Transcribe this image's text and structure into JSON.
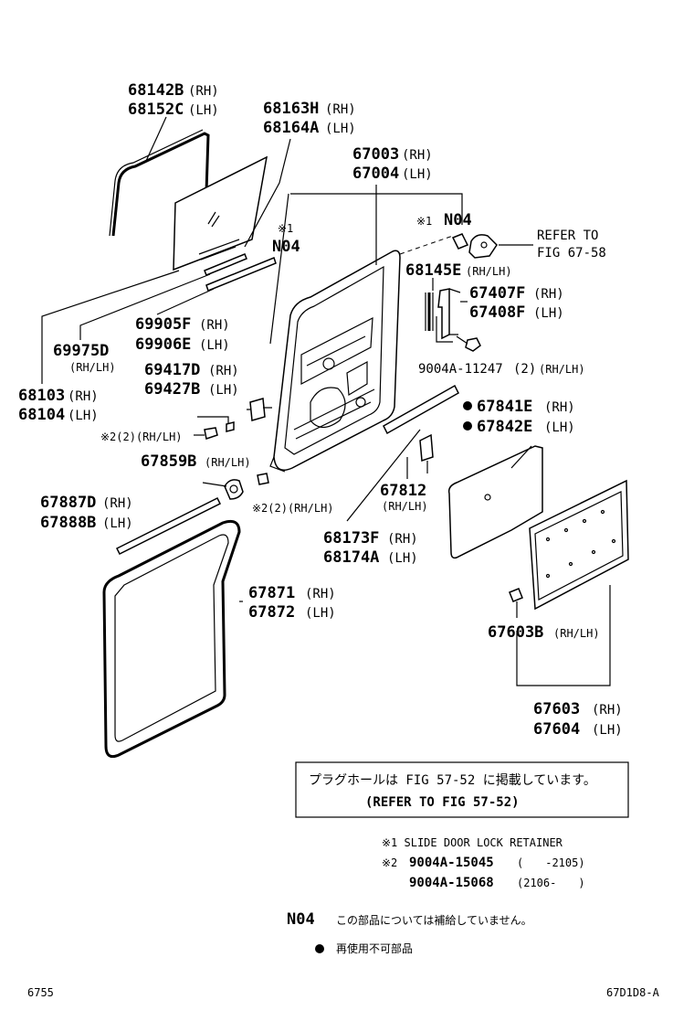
{
  "parts": {
    "p68142B": "68142B",
    "rh1": "(RH)",
    "p68152C": "68152C",
    "lh1": "(LH)",
    "p68163H": "68163H",
    "rh2": "(RH)",
    "p68164A": "68164A",
    "lh2": "(LH)",
    "p67003": "67003",
    "rh3": "(RH)",
    "p67004": "67004",
    "lh3": "(LH)",
    "mark1_a": "※1",
    "n04_a": "N04",
    "mark1_b": "※1",
    "n04_b": "N04",
    "refer1": "REFER TO",
    "refer2": "FIG 67-58",
    "p68145E": "68145E",
    "rhlh_68145E": "(RH/LH)",
    "p67407F": "67407F",
    "rh4": "(RH)",
    "p67408F": "67408F",
    "lh4": "(LH)",
    "p9004A11247": "9004A-11247",
    "qty_11247": "(2)",
    "rhlh_11247": "(RH/LH)",
    "p69905F": "69905F",
    "rh5": "(RH)",
    "p69906E": "69906E",
    "lh5": "(LH)",
    "p69975D": "69975D",
    "rhlh_69975D": "(RH/LH)",
    "p69417D": "69417D",
    "rh6": "(RH)",
    "p69427B": "69427B",
    "lh6": "(LH)",
    "p68103": "68103",
    "rh7": "(RH)",
    "p68104": "68104",
    "lh7": "(LH)",
    "mark2_a": "※2(2)(RH/LH)",
    "p67841E": "67841E",
    "rh8": "(RH)",
    "p67842E": "67842E",
    "lh8": "(LH)",
    "p67859B": "67859B",
    "rhlh_67859B": "(RH/LH)",
    "mark2_b": "※2(2)(RH/LH)",
    "p67812": "67812",
    "rhlh_67812": "(RH/LH)",
    "p67887D": "67887D",
    "rh9": "(RH)",
    "p67888B": "67888B",
    "lh9": "(LH)",
    "p68173F": "68173F",
    "rh10": "(RH)",
    "p68174A": "68174A",
    "lh10": "(LH)",
    "p67871": "67871",
    "rh11": "(RH)",
    "p67872": "67872",
    "lh11": "(LH)",
    "p67603B": "67603B",
    "rhlh_67603B": "(RH/LH)",
    "p67603": "67603",
    "rh12": "(RH)",
    "p67604": "67604",
    "lh12": "(LH)"
  },
  "notes": {
    "box_line1": "プラグホールは FIG 57-52 に掲載しています。",
    "box_line2": "(REFER TO FIG 57-52)",
    "note1": "※1 SLIDE DOOR LOCK RETAINER",
    "note2_mark": "※2",
    "note2_p1": "9004A-15045",
    "note2_r1": "(　　-2105)",
    "note2_p2": "9004A-15068",
    "note2_r2": "(2106-　　)",
    "n04_code": "N04",
    "n04_text": "この部品については補給していません。",
    "dot_text": "再使用不可部品"
  },
  "footer": {
    "left": "6755",
    "right": "67D1D8-A"
  }
}
